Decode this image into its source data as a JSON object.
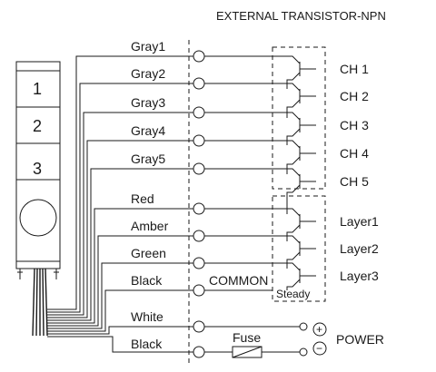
{
  "title": "EXTERNAL TRANSISTOR-NPN",
  "tower": {
    "segments": [
      "1",
      "2",
      "3"
    ]
  },
  "wires": [
    {
      "label": "Gray1",
      "channel": "CH 1"
    },
    {
      "label": "Gray2",
      "channel": "CH 2"
    },
    {
      "label": "Gray3",
      "channel": "CH 3"
    },
    {
      "label": "Gray4",
      "channel": "CH 4"
    },
    {
      "label": "Gray5",
      "channel": "CH 5"
    },
    {
      "label": "Red",
      "channel": "Layer1"
    },
    {
      "label": "Amber",
      "channel": "Layer2"
    },
    {
      "label": "Green",
      "channel": "Layer3"
    },
    {
      "label": "Black",
      "channel": ""
    }
  ],
  "common_label": "COMMON",
  "steady_label": "Steady",
  "power": {
    "white_label": "White",
    "black_label": "Black",
    "fuse_label": "Fuse",
    "plus": "+",
    "minus": "−",
    "label": "POWER"
  }
}
